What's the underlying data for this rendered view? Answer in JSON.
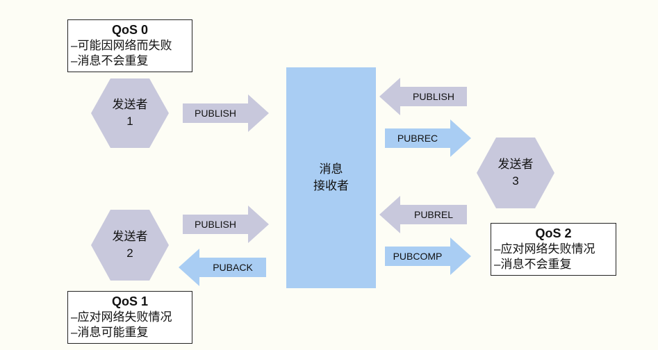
{
  "colors": {
    "background": "#fdfdf5",
    "hexagon": "#c8c8dc",
    "arrow_gray": "#c8c8dc",
    "arrow_blue": "#a9cdf3",
    "receiver": "#a9cdf3",
    "box_border": "#222222"
  },
  "qos0": {
    "title": "QoS 0",
    "lines": [
      "–可能因网络而失败",
      "–消息不会重复"
    ]
  },
  "qos1": {
    "title": "QoS 1",
    "lines": [
      "–应对网络失败情况",
      "–消息可能重复"
    ]
  },
  "qos2": {
    "title": "QoS 2",
    "lines": [
      "–应对网络失败情况",
      "–消息不会重复"
    ]
  },
  "sender1": {
    "line1": "发送者",
    "line2": "1"
  },
  "sender2": {
    "line1": "发送者",
    "line2": "2"
  },
  "sender3": {
    "line1": "发送者",
    "line2": "3"
  },
  "receiver": {
    "line1": "消息",
    "line2": "接收者"
  },
  "arrows": {
    "s1_publish": "PUBLISH",
    "s2_publish": "PUBLISH",
    "s2_puback": "PUBACK",
    "s3_publish": "PUBLISH",
    "s3_pubrec": "PUBREC",
    "s3_pubrel": "PUBREL",
    "s3_pubcomp": "PUBCOMP"
  }
}
